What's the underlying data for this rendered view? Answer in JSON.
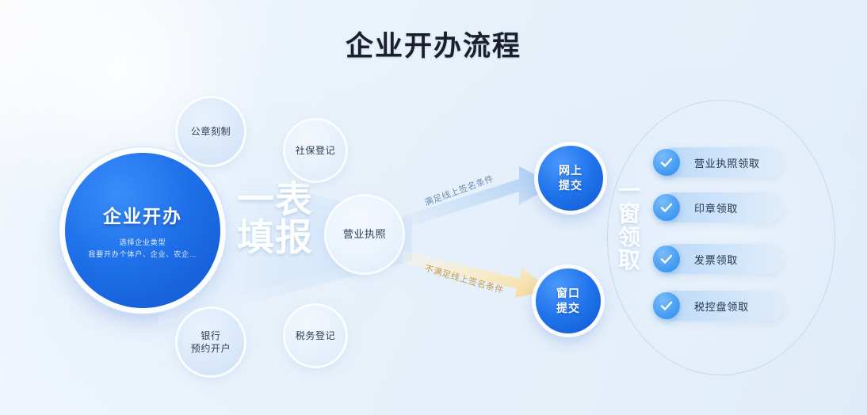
{
  "header": {
    "title": "企业开办流程"
  },
  "colors": {
    "background": "#e8f1fa",
    "primary_blue": "#1f6fe8",
    "accent_light_blue": "#4ba0f3",
    "pill_bg": "#c6dff9",
    "gold": "#c79a4a",
    "text_dark": "#253449"
  },
  "main_node": {
    "title": "企业开办",
    "subtitle_line1": "选择企业类型",
    "subtitle_line2": "我要开办个体户、企业、农企…"
  },
  "funnel": {
    "label_line1": "一表",
    "label_line2": "填报"
  },
  "satellites": [
    {
      "id": "sat-gongzhang",
      "label": "公章刻制"
    },
    {
      "id": "sat-shebao",
      "label": "社保登记"
    },
    {
      "id": "sat-yingye",
      "label": "营业执照"
    },
    {
      "id": "sat-yinhang",
      "label_line1": "银行",
      "label_line2": "预约开户"
    },
    {
      "id": "sat-shuiwu",
      "label": "税务登记"
    }
  ],
  "arrows": [
    {
      "id": "arrow-online",
      "label": "满足线上签名条件",
      "color": "#6d8db3"
    },
    {
      "id": "arrow-window",
      "label": "不满足线上签名条件",
      "color": "#c79a4a"
    }
  ],
  "submit_nodes": [
    {
      "id": "node-online",
      "label_line1": "网上",
      "label_line2": "提交"
    },
    {
      "id": "node-window",
      "label_line1": "窗口",
      "label_line2": "提交"
    }
  ],
  "result": {
    "vlabel_chars": [
      "一",
      "窗",
      "领",
      "取"
    ],
    "items": [
      {
        "label": "营业执照领取",
        "icon": "check-icon"
      },
      {
        "label": "印章领取",
        "icon": "check-icon"
      },
      {
        "label": "发票领取",
        "icon": "check-icon"
      },
      {
        "label": "税控盘领取",
        "icon": "check-icon"
      }
    ]
  }
}
